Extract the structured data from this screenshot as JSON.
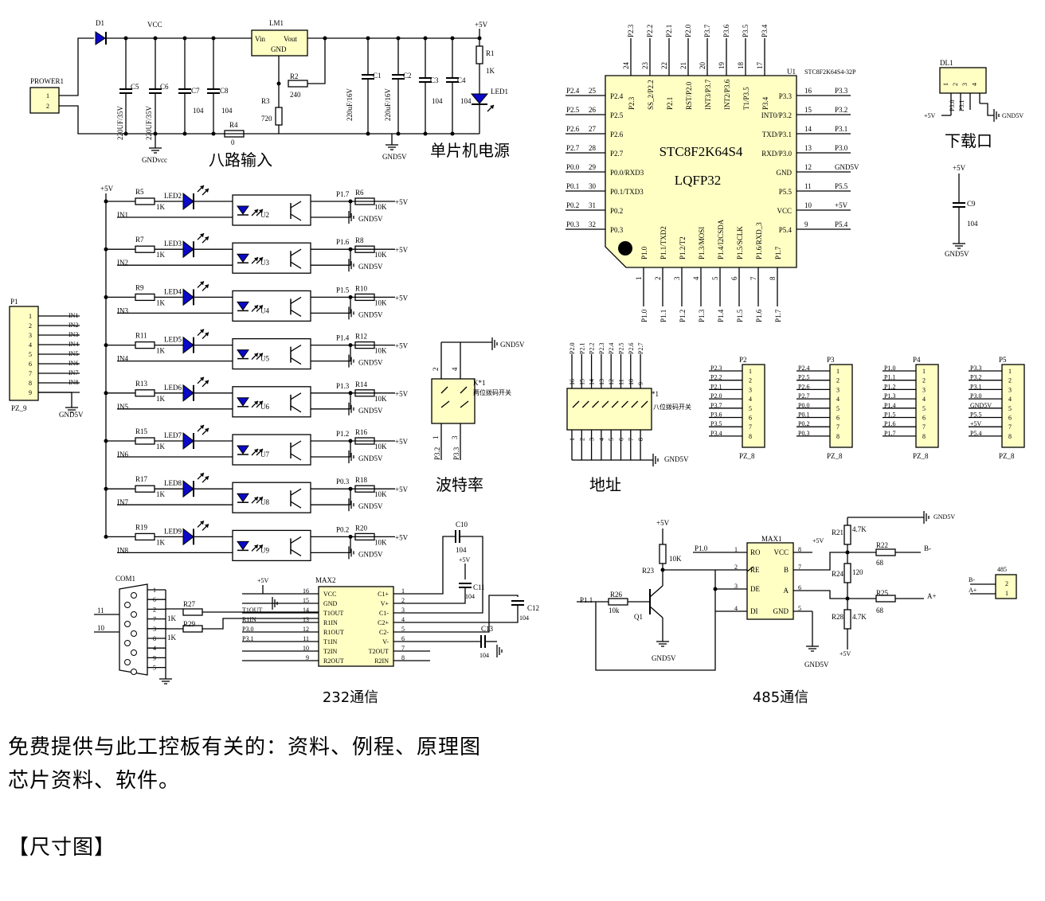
{
  "colors": {
    "wire": "#000000",
    "component_fill": "#FFFFC4",
    "led_fill": "#0A0AC8",
    "text": "#000000",
    "background": "#FFFFFF"
  },
  "power": {
    "d1": "D1",
    "vcc": "VCC",
    "lm1": "LM1",
    "vin": "Vin",
    "vout": "Vout",
    "gnd": "GND",
    "plus5v": "+5V",
    "prower1": "PROWER1",
    "pin1": "1",
    "pin2": "2",
    "c5": "C5",
    "c6": "C6",
    "c7": "C7",
    "c8": "C8",
    "c1": "C1",
    "c2": "C2",
    "c3": "C3",
    "c4": "C4",
    "cap220_35": "220UF/35V",
    "cap220_16": "220uF/16V",
    "v104": "104",
    "r1": "R1",
    "r1v": "1K",
    "led1": "LED1",
    "r2": "R2",
    "r2v": "240",
    "r3": "R3",
    "r3v": "720",
    "r4": "R4",
    "r4v": "0",
    "gndvcc": "GNDvcc",
    "gnd5v": "GND5V",
    "title_input": "八路输入",
    "title_mcu": "单片机电源"
  },
  "mcu": {
    "u1": "U1",
    "u1_part": "STC8F2K64S4-32P",
    "name": "STC8F2K64S4",
    "pkg": "LQFP32",
    "top_pins": [
      {
        "num": "24",
        "net": "P2.3",
        "label": "P2.3"
      },
      {
        "num": "23",
        "net": "P2.2",
        "label": "SS_2/P2.2"
      },
      {
        "num": "22",
        "net": "P2.1",
        "label": "P2.1"
      },
      {
        "num": "21",
        "net": "P2.0",
        "label": "RST/P2.0"
      },
      {
        "num": "20",
        "net": "P3.7",
        "label": "INT3/P3.7"
      },
      {
        "num": "19",
        "net": "P3.6",
        "label": "INT2/P3.6"
      },
      {
        "num": "18",
        "net": "P3.5",
        "label": "T1/P3.5"
      },
      {
        "num": "17",
        "net": "P3.4",
        "label": "P3.4"
      }
    ],
    "left_pins": [
      {
        "num": "25",
        "net": "P2.4",
        "label": "P2.4"
      },
      {
        "num": "26",
        "net": "P2.5",
        "label": "P2.5"
      },
      {
        "num": "27",
        "net": "P2.6",
        "label": "P2.6"
      },
      {
        "num": "28",
        "net": "P2.7",
        "label": "P2.7"
      },
      {
        "num": "29",
        "net": "P0.0",
        "label": "P0.0/RXD3"
      },
      {
        "num": "30",
        "net": "P0.1",
        "label": "P0.1/TXD3"
      },
      {
        "num": "31",
        "net": "P0.2",
        "label": "P0.2"
      },
      {
        "num": "32",
        "net": "P0.3",
        "label": "P0.3"
      }
    ],
    "right_pins": [
      {
        "num": "16",
        "net": "P3.3",
        "label": "P3.3"
      },
      {
        "num": "15",
        "net": "P3.2",
        "label": "INT0/P3.2"
      },
      {
        "num": "14",
        "net": "P3.1",
        "label": "TXD/P3.1"
      },
      {
        "num": "13",
        "net": "P3.0",
        "label": "RXD/P3.0"
      },
      {
        "num": "12",
        "net": "GND5V",
        "label": "GND"
      },
      {
        "num": "11",
        "net": "P5.5",
        "label": "P5.5"
      },
      {
        "num": "10",
        "net": "+5V",
        "label": "VCC"
      },
      {
        "num": "9",
        "net": "P5.4",
        "label": "P5.4"
      }
    ],
    "bottom_pins": [
      {
        "num": "1",
        "net": "P1.0",
        "label": "P1.0"
      },
      {
        "num": "2",
        "net": "P1.1",
        "label": "P1.1/TXD2"
      },
      {
        "num": "3",
        "net": "P1.2",
        "label": "P1.2/T2"
      },
      {
        "num": "4",
        "net": "P1.3",
        "label": "P1.3/MOSI"
      },
      {
        "num": "5",
        "net": "P1.4",
        "label": "P1.4/I2CSDA"
      },
      {
        "num": "6",
        "net": "P1.5",
        "label": "P1.5/SCLK"
      },
      {
        "num": "7",
        "net": "P1.6",
        "label": "P1.6/RXD_3"
      },
      {
        "num": "8",
        "net": "P1.7",
        "label": "P1.7"
      }
    ]
  },
  "download": {
    "dl1": "DL1",
    "p30": "P3.0",
    "p31": "P3.1",
    "plus5v": "+5V",
    "gnd5v": "GND5V",
    "p1": "1",
    "p2": "2",
    "p3": "3",
    "p4": "4",
    "title": "下载口"
  },
  "c9": {
    "plus5v": "+5V",
    "label": "C9",
    "value": "104",
    "gnd5v": "GND5V"
  },
  "inputs": {
    "rail": "+5V",
    "gnd5v": "GND5V",
    "channels": [
      {
        "r": "R5",
        "rv": "1K",
        "led": "LED2",
        "u": "U2",
        "port": "P1.7",
        "rp": "R6",
        "rpv": "10K",
        "in": "IN1",
        "vcc": "+5V"
      },
      {
        "r": "R7",
        "rv": "1K",
        "led": "LED3",
        "u": "U3",
        "port": "P1.6",
        "rp": "R8",
        "rpv": "10K",
        "in": "IN2",
        "vcc": "+5V"
      },
      {
        "r": "R9",
        "rv": "1K",
        "led": "LED4",
        "u": "U4",
        "port": "P1.5",
        "rp": "R10",
        "rpv": "10K",
        "in": "IN3",
        "vcc": "+5V"
      },
      {
        "r": "R11",
        "rv": "1K",
        "led": "LED5",
        "u": "U5",
        "port": "P1.4",
        "rp": "R12",
        "rpv": "10K",
        "in": "IN4",
        "vcc": "+5V"
      },
      {
        "r": "R13",
        "rv": "1K",
        "led": "LED6",
        "u": "U6",
        "port": "P1.3",
        "rp": "R14",
        "rpv": "10K",
        "in": "IN5",
        "vcc": "+5V"
      },
      {
        "r": "R15",
        "rv": "1K",
        "led": "LED7",
        "u": "U7",
        "port": "P1.2",
        "rp": "R16",
        "rpv": "10K",
        "in": "IN6",
        "vcc": "+5V"
      },
      {
        "r": "R17",
        "rv": "1K",
        "led": "LED8",
        "u": "U8",
        "port": "P0.3",
        "rp": "R18",
        "rpv": "10K",
        "in": "IN7",
        "vcc": "+5V"
      },
      {
        "r": "R19",
        "rv": "1K",
        "led": "LED9",
        "u": "U9",
        "port": "P0.2",
        "rp": "R20",
        "rpv": "10K",
        "in": "IN8",
        "vcc": "+5V"
      }
    ]
  },
  "p1": {
    "label": "P1",
    "pins": [
      "1",
      "2",
      "3",
      "4",
      "5",
      "6",
      "7",
      "8",
      "9"
    ],
    "nets": [
      "IN1",
      "IN2",
      "IN3",
      "IN4",
      "IN5",
      "IN6",
      "IN7",
      "IN8"
    ],
    "pz": "PZ_9",
    "gnd5v": "GND5V"
  },
  "baud": {
    "k1": "K*1",
    "desc": "两位拨码开关",
    "gnd5v": "GND5V",
    "n2": "2",
    "n4": "4",
    "n1": "1",
    "n3": "3",
    "n3b": "3",
    "net1": "P3.2",
    "net2": "P3.3",
    "title": "波特率"
  },
  "addr": {
    "top_nets": [
      "P2.0",
      "P2.1",
      "P2.2",
      "P2.3",
      "P2.4",
      "P2.5",
      "P2.6",
      "P2.7"
    ],
    "top_nums": [
      "16",
      "15",
      "14",
      "13",
      "12",
      "11",
      "10",
      "9"
    ],
    "bottom_nums": [
      "1",
      "2",
      "3",
      "4",
      "5",
      "6",
      "7",
      "8"
    ],
    "k": "*1",
    "desc": "八位拨码开关",
    "gnd5v": "GND5V",
    "title": "地址"
  },
  "headers": [
    {
      "label": "P2",
      "pz": "PZ_8",
      "nets": [
        "P2.3",
        "P2.2",
        "P2.1",
        "P2.0",
        "P3.7",
        "P3.6",
        "P3.5",
        "P3.4"
      ],
      "pins": [
        "1",
        "2",
        "3",
        "4",
        "5",
        "6",
        "7",
        "8"
      ]
    },
    {
      "label": "P3",
      "pz": "PZ_8",
      "nets": [
        "P2.4",
        "P2.5",
        "P2.6",
        "P2.7",
        "P0.0",
        "P0.1",
        "P0.2",
        "P0.3"
      ],
      "pins": [
        "1",
        "2",
        "3",
        "4",
        "5",
        "6",
        "7",
        "8"
      ]
    },
    {
      "label": "P4",
      "pz": "PZ_8",
      "nets": [
        "P1.0",
        "P1.1",
        "P1.2",
        "P1.3",
        "P1.4",
        "P1.5",
        "P1.6",
        "P1.7"
      ],
      "pins": [
        "1",
        "2",
        "3",
        "4",
        "5",
        "6",
        "7",
        "8"
      ]
    },
    {
      "label": "P5",
      "pz": "PZ_8",
      "nets": [
        "P3.3",
        "P3.2",
        "P3.1",
        "P3.0",
        "GND5V",
        "P5.5",
        "+5V",
        "P5.4"
      ],
      "pins": [
        "1",
        "2",
        "3",
        "4",
        "5",
        "6",
        "7",
        "8"
      ]
    }
  ],
  "rs232": {
    "com1": "COM1",
    "com_pins": [
      "1",
      "6",
      "2",
      "7",
      "3",
      "8",
      "4",
      "9",
      "5"
    ],
    "net11": "11",
    "net10": "10",
    "r27": "R27",
    "r29": "R29",
    "r1k": "1K",
    "r1k2": "1K",
    "max2": "MAX2",
    "plus5v": "+5V",
    "left_nums": [
      "16",
      "15",
      "14",
      "13",
      "12",
      "11",
      "10",
      "9"
    ],
    "left_labels": [
      "VCC",
      "GND",
      "T1OUT",
      "R1IN",
      "R1OUT",
      "T1IN",
      "T2IN",
      "R2OUT"
    ],
    "left_nets": [
      "",
      "",
      "T1OUT",
      "R1IN",
      "P3.0",
      "P3.1",
      "",
      ""
    ],
    "right_nums": [
      "1",
      "2",
      "3",
      "4",
      "5",
      "6",
      "7",
      "8"
    ],
    "right_labels": [
      "C1+",
      "V+",
      "C1-",
      "C2+",
      "C2-",
      "V-",
      "T2OUT",
      "R2IN"
    ],
    "c10": "C10",
    "c10v": "104",
    "c11": "C11",
    "c11v": "104",
    "c11p": "+5V",
    "c12": "C12",
    "c12v": "104",
    "c13": "C13",
    "c13v": "104",
    "title": "232通信"
  },
  "rs485": {
    "plus5v": "+5V",
    "r23": "R23",
    "r23v": "10K",
    "p10": "P1.0",
    "p11": "P1.1",
    "r26": "R26",
    "r26v": "10k",
    "q1": "Q1",
    "gnd5v": "GND5V",
    "max1": "MAX1",
    "left_nums": [
      "1",
      "2",
      "3",
      "4"
    ],
    "left_labels": [
      "RO",
      "RE",
      "DE",
      "DI"
    ],
    "right_nums": [
      "8",
      "7",
      "6",
      "5"
    ],
    "right_labels": [
      "VCC",
      "B",
      "A",
      "GND"
    ],
    "vcc5": "+5V",
    "gnd5v_2": "GND5V",
    "r21": "R21",
    "r21v": "4.7K",
    "r24": "R24",
    "r24v": "120",
    "r28": "R28",
    "r28v": "4.7K",
    "r22": "R22",
    "r22v": "68",
    "r25": "R25",
    "r25v": "68",
    "bminus": "B-",
    "aplus": "A+",
    "gnd_top": "GND5V",
    "plus5v_b": "+5V",
    "conn": "485",
    "conn_b": "B-",
    "conn_a": "A+",
    "conn_p2": "2",
    "conn_p1": "1",
    "title": "485通信"
  },
  "footer": {
    "line1": "免费提供与此工控板有关的：资料、例程、原理图",
    "line2": "芯片资料、软件。",
    "line3": "【尺寸图】"
  }
}
